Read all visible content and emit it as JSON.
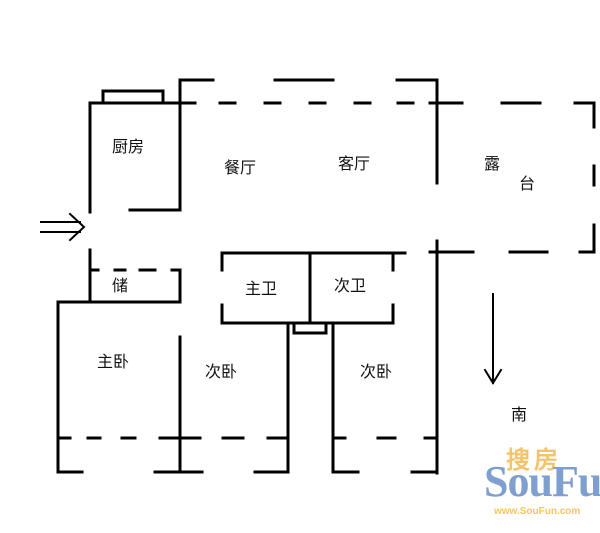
{
  "rooms": {
    "kitchen": "厨房",
    "dining": "餐厅",
    "living": "客厅",
    "terrace_1": "露",
    "terrace_2": "台",
    "storage": "储",
    "master_bath": "主卫",
    "second_bath": "次卫",
    "master_bedroom": "主卧",
    "second_bedroom_1": "次卧",
    "second_bedroom_2": "次卧"
  },
  "compass": {
    "direction_label": "南",
    "arrow_icon": "down-arrow-south"
  },
  "entrance": {
    "arrow_icon": "double-arrow-right",
    "glyph": "⇒"
  },
  "watermark": {
    "cn": "搜房",
    "en": "SouFun",
    "url": "www.SouFun.com",
    "colors": {
      "cn": "#f5c46a",
      "en": "#7f9fce",
      "url": "#f5c46a"
    }
  },
  "colors": {
    "wall": "#000000",
    "background": "#ffffff"
  }
}
